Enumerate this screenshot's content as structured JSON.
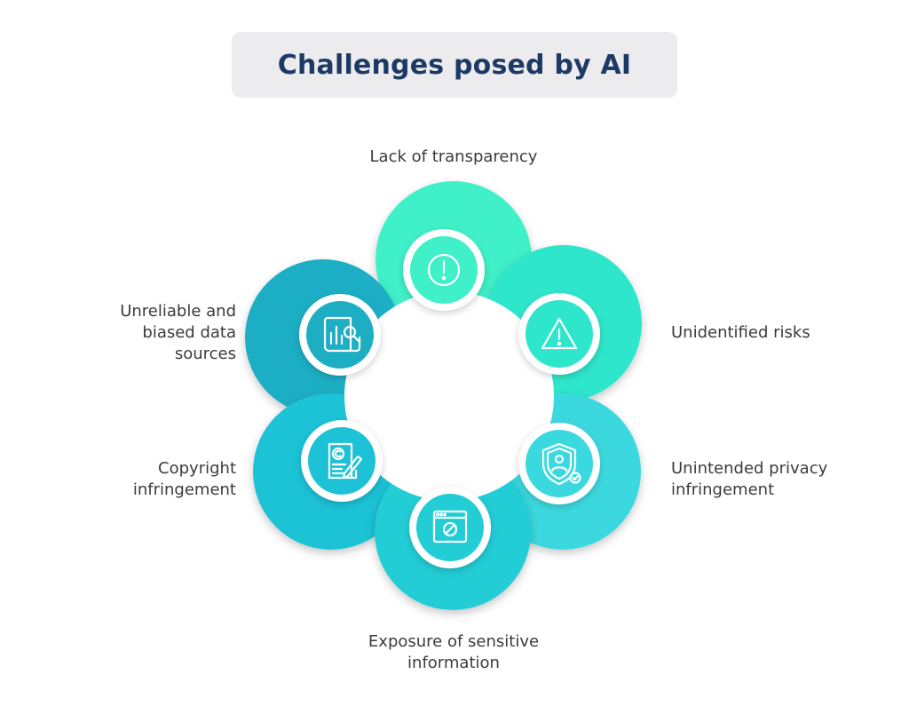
{
  "title": "Challenges posed by AI",
  "items": [
    {
      "label": "Lack of transparency",
      "icon": "exclamation-circle-icon",
      "color": "#3ff0c8"
    },
    {
      "label": "Unidentified risks",
      "icon": "warning-triangle-icon",
      "color": "#2ee6cb"
    },
    {
      "label": "Unintended privacy\ninfringement",
      "icon": "user-shield-icon",
      "color": "#3ad9df"
    },
    {
      "label": "Exposure of sensitive\ninformation",
      "icon": "hidden-window-icon",
      "color": "#22cdd6"
    },
    {
      "label": "Copyright\ninfringement",
      "icon": "copyright-document-icon",
      "color": "#1ec2d6"
    },
    {
      "label": "Unreliable and\nbiased data\nsources",
      "icon": "data-report-search-icon",
      "color": "#1daec4"
    }
  ]
}
